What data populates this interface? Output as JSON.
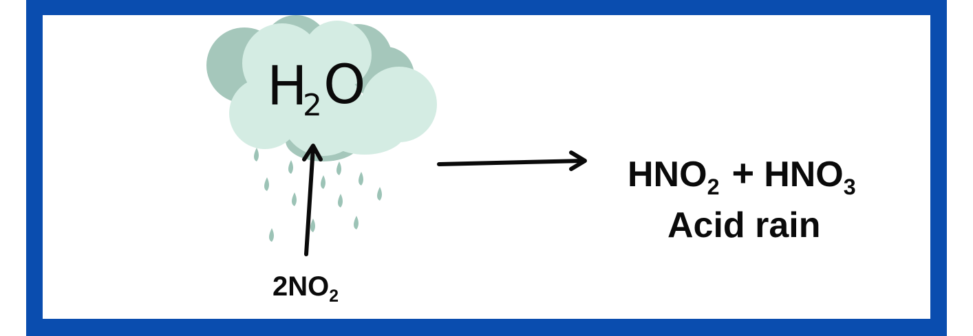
{
  "diagram": {
    "cloud_label": {
      "base": "H",
      "sub": "2",
      "tail": "O"
    },
    "reactant": {
      "prefix": "2NO",
      "sub": "2"
    },
    "product_1": {
      "base": "HNO",
      "sub": "2"
    },
    "plus_sign": "+",
    "product_2": {
      "base": "HNO",
      "sub": "3"
    },
    "result_label": "Acid rain"
  },
  "colors": {
    "frame": "#0a4daf",
    "cloud_back": "#a5c7bb",
    "cloud_front": "#d4ece3",
    "raindrop": "#9cc3b6",
    "ink": "#0a0a0a"
  },
  "icons": {
    "cloud": "rain-cloud-icon",
    "arrow_up": "arrow-up-icon",
    "arrow_right": "arrow-right-icon"
  }
}
